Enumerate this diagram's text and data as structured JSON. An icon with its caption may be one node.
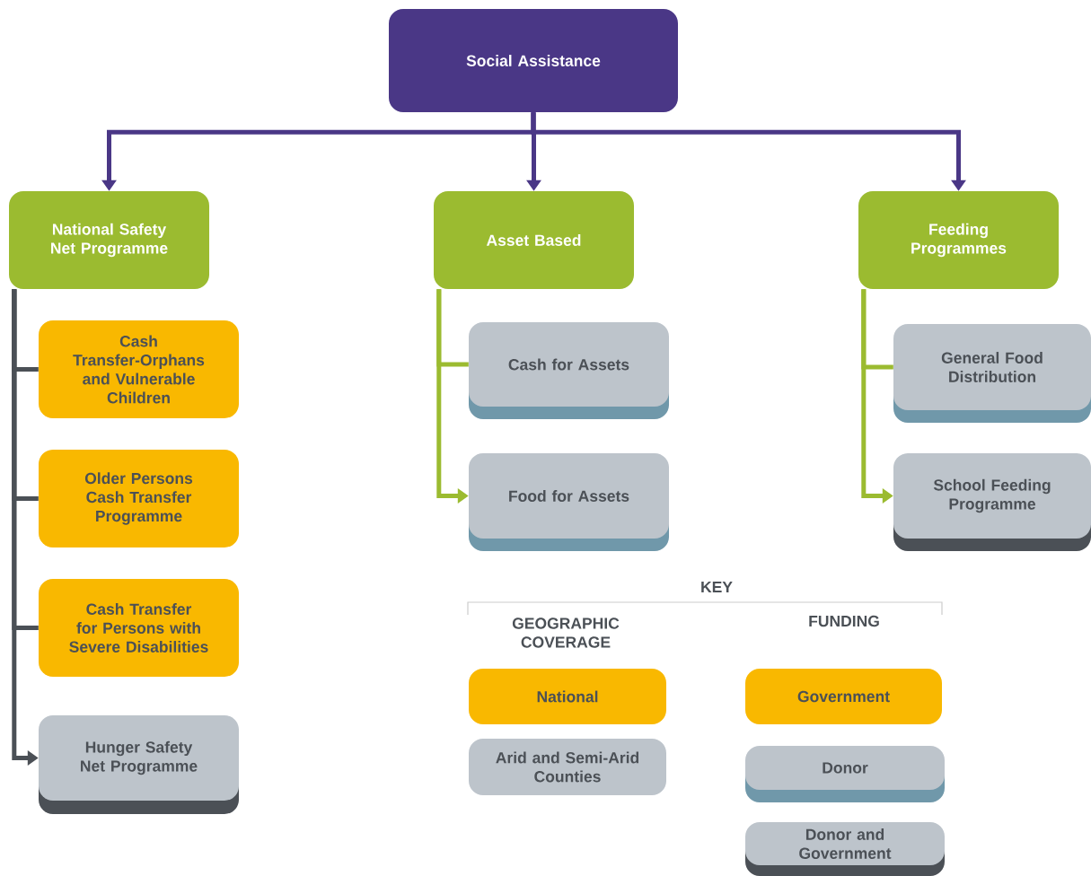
{
  "diagram": {
    "nodes": [
      {
        "text": [
          "Social Assistance"
        ]
      },
      {
        "text": [
          "National Safety Net Programme"
        ]
      },
      {
        "text": [
          "Asset Based"
        ]
      },
      {
        "text": [
          "Feeding Programmes"
        ]
      },
      {
        "text": [
          "Cash Transfer-Orphans and Vulnerable Children"
        ]
      },
      {
        "text": [
          "Older Persons Cash Transfer Programme"
        ]
      },
      {
        "text": [
          "Cash Transfer for Persons with Severe Disabilities"
        ]
      },
      {
        "text": [
          "Hunger Safety Net Programme"
        ]
      },
      {
        "text": [
          "Cash for Assets"
        ]
      },
      {
        "text": [
          "Food for Assets"
        ]
      },
      {
        "text": [
          "General Food Distribution"
        ]
      },
      {
        "text": [
          "School Feeding Programme"
        ]
      },
      {
        "text": [
          "National"
        ]
      },
      {
        "text": [
          "Arid and Semi-Arid Counties"
        ]
      },
      {
        "text": [
          "Government"
        ]
      },
      {
        "text": [
          "Donor"
        ]
      },
      {
        "text": [
          "Donor and Government"
        ]
      }
    ],
    "edges": [
      {
        "from": 0,
        "to": 1,
        "arrow": "to",
        "color": "#4a3786"
      },
      {
        "from": 0,
        "to": 2,
        "arrow": "to",
        "color": "#4a3786"
      },
      {
        "from": 0,
        "to": 3,
        "arrow": "to",
        "color": "#4a3786"
      },
      {
        "from": 1,
        "to": 4,
        "arrow": "none",
        "color": "#4b5056"
      },
      {
        "from": 1,
        "to": 5,
        "arrow": "none",
        "color": "#4b5056"
      },
      {
        "from": 1,
        "to": 6,
        "arrow": "none",
        "color": "#4b5056"
      },
      {
        "from": 1,
        "to": 7,
        "arrow": "to",
        "color": "#4b5056"
      },
      {
        "from": 2,
        "to": 8,
        "arrow": "none",
        "color": "#9bbb30"
      },
      {
        "from": 2,
        "to": 9,
        "arrow": "to",
        "color": "#9bbb30"
      },
      {
        "from": 3,
        "to": 10,
        "arrow": "none",
        "color": "#9bbb30"
      },
      {
        "from": 3,
        "to": 11,
        "arrow": "to",
        "color": "#9bbb30"
      }
    ],
    "labels": [
      "KEY",
      "GEOGRAPHIC COVERAGE",
      "FUNDING"
    ]
  }
}
